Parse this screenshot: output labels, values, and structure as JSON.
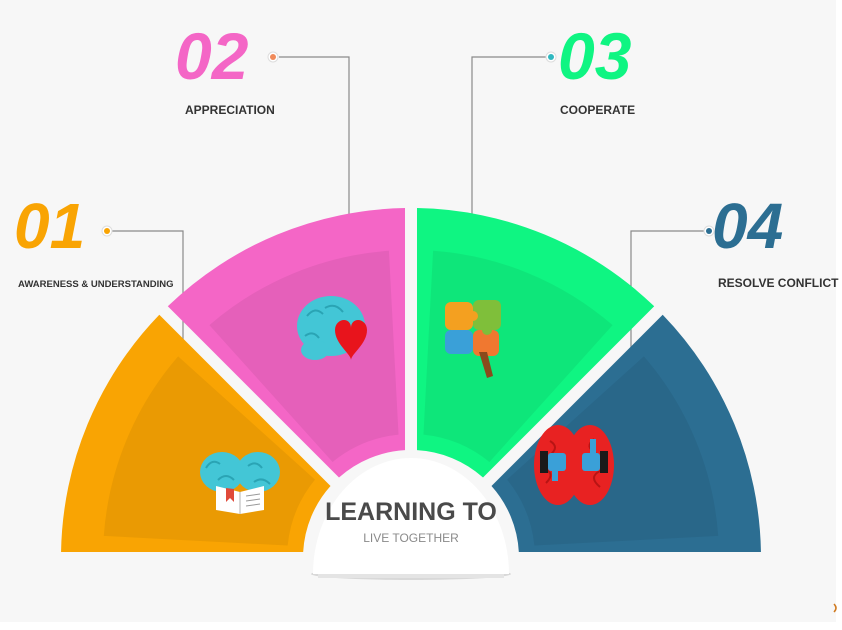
{
  "colors": {
    "background": "#f7f7f7",
    "connector": "#8a8a8a",
    "label_text": "#333333",
    "center_title": "#4a4a4a",
    "center_subtitle": "#8a8a8a"
  },
  "center": {
    "title": "LEARNING TO",
    "subtitle": "LIVE TOGETHER"
  },
  "steps": [
    {
      "number": "01",
      "label": "AWARENESS & UNDERSTANDING",
      "color": "#f9a403",
      "icon": "brain-book-icon"
    },
    {
      "number": "02",
      "label": "APPRECIATION",
      "color": "#f466c6",
      "icon": "brain-heart-icon"
    },
    {
      "number": "03",
      "label": "COOPERATE",
      "color": "#0ff582",
      "icon": "brain-puzzle-icon"
    },
    {
      "number": "04",
      "label": "RESOLVE CONFLICT",
      "color": "#2c6e92",
      "icon": "brain-thumbs-icon"
    }
  ]
}
